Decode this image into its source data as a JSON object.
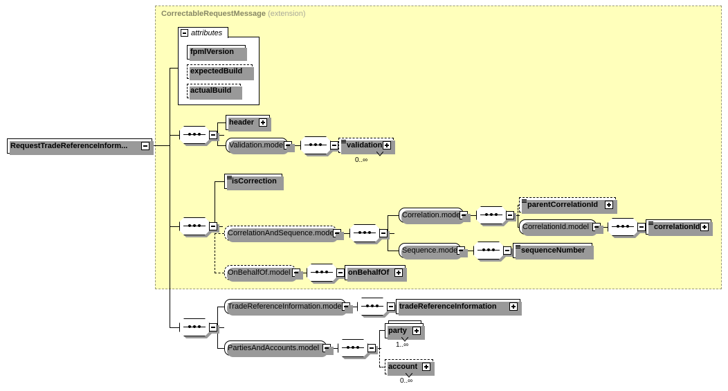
{
  "diagram": {
    "kind": "xsd-schema-diagram",
    "root_element": {
      "label": "RequestTradeReferenceInform...",
      "handle": "minus"
    },
    "extension_box": {
      "title": "CorrectableRequestMessage",
      "subtitle": "(extension)",
      "fill_color": "#ffffbb",
      "border_color": "#999977"
    },
    "attributes_group": {
      "tab_label": "attributes",
      "handle": "minus",
      "items": [
        {
          "label": "fpmlVersion",
          "optional": false
        },
        {
          "label": "expectedBuild",
          "optional": true
        },
        {
          "label": "actualBuild",
          "optional": true
        }
      ]
    },
    "sequence_one": {
      "children": [
        {
          "label": "header",
          "type": "element",
          "handle": "plus"
        },
        {
          "label": "Validation.model",
          "type": "model-ref",
          "handle": "minus"
        }
      ],
      "validation": {
        "label": "validation",
        "type": "element",
        "handle": "plus",
        "optional": true,
        "cardinality": "0..∞"
      }
    },
    "sequence_two": {
      "children": [
        {
          "label": "isCorrection",
          "type": "element",
          "simple": true
        },
        {
          "label": "CorrelationAndSequence.model",
          "type": "model-ref",
          "handle": "minus",
          "optional": true
        },
        {
          "label": "OnBehalfOf.model",
          "type": "model-ref",
          "handle": "minus",
          "optional": true
        }
      ],
      "correlation_branch": [
        {
          "label": "Correlation.model",
          "type": "model-ref",
          "handle": "minus"
        },
        {
          "label": "Sequence.model",
          "type": "model-ref",
          "handle": "minus"
        }
      ],
      "correlation_children": [
        {
          "label": "parentCorrelationId",
          "type": "element",
          "handle": "plus",
          "simple": true,
          "optional": true
        },
        {
          "label": "CorrelationId.model",
          "type": "model-ref",
          "handle": "minus"
        }
      ],
      "correlation_id": {
        "label": "correlationId",
        "type": "element",
        "handle": "plus",
        "simple": true
      },
      "sequence_number": {
        "label": "sequenceNumber",
        "type": "element",
        "simple": true
      },
      "on_behalf_of": {
        "label": "onBehalfOf",
        "type": "element",
        "handle": "plus"
      }
    },
    "sequence_three": {
      "children": [
        {
          "label": "TradeReferenceInformation.model",
          "type": "model-ref",
          "handle": "minus"
        },
        {
          "label": "PartiesAndAccounts.model",
          "type": "model-ref",
          "handle": "minus"
        }
      ],
      "trade_reference_information": {
        "label": "tradeReferenceInformation",
        "type": "element",
        "handle": "plus"
      },
      "parties": [
        {
          "label": "party",
          "type": "element",
          "handle": "plus",
          "cardinality": "1..∞",
          "optional": false,
          "repeating": true
        },
        {
          "label": "account",
          "type": "element",
          "handle": "plus",
          "cardinality": "0..∞",
          "optional": true,
          "repeating": true
        }
      ]
    }
  }
}
